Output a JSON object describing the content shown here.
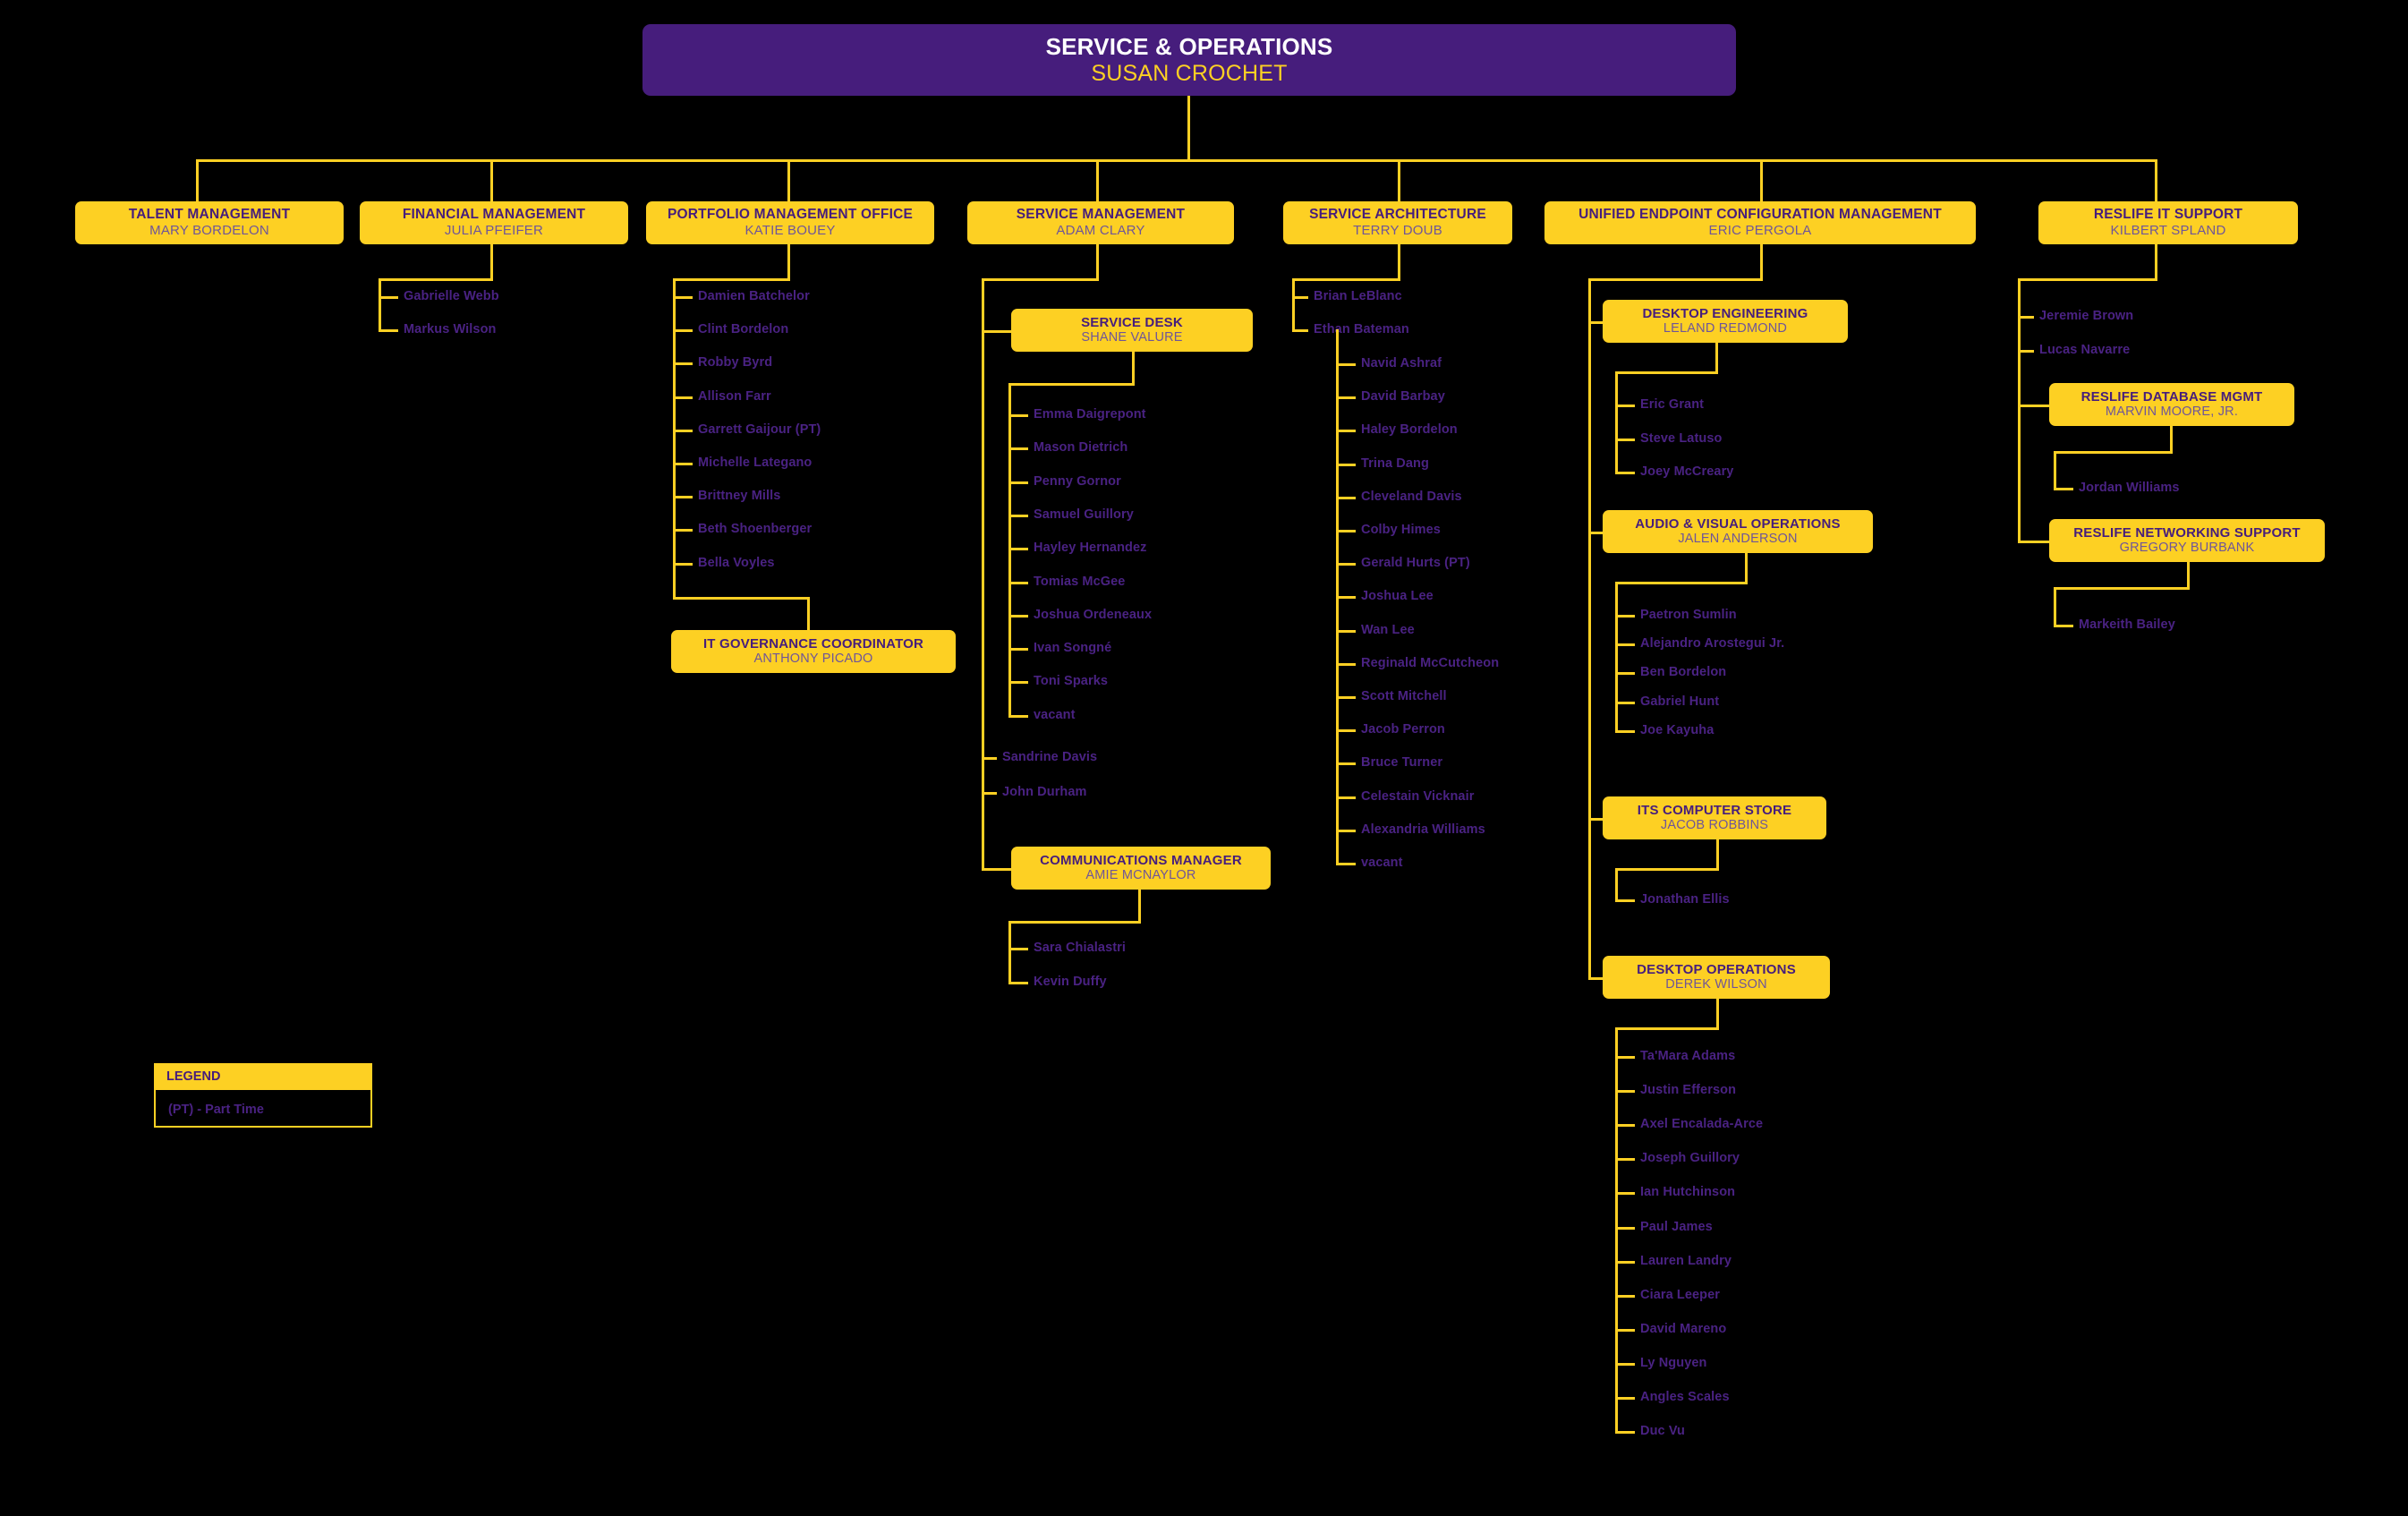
{
  "title": "SERVICE & OPERATIONS",
  "colors": {
    "purple": "#461D7C",
    "gold": "#FDD023",
    "background": "#000000",
    "staff_text": "#4A2283",
    "manager_name": "#6F5599"
  },
  "root": {
    "title": "SERVICE & OPERATIONS",
    "name": "SUSAN CROCHET"
  },
  "departments": [
    {
      "id": "talent-management",
      "title": "TALENT MANAGEMENT",
      "name": "MARY BORDELON",
      "staff": []
    },
    {
      "id": "financial-management",
      "title": "FINANCIAL MANAGEMENT",
      "name": "JULIA PFEIFER",
      "staff": [
        "Gabrielle Webb",
        "Markus Wilson"
      ]
    },
    {
      "id": "portfolio-management-office",
      "title": "PORTFOLIO MANAGEMENT OFFICE",
      "name": "KATIE BOUEY",
      "staff": [
        "Damien Batchelor",
        "Clint Bordelon",
        "Robby Byrd",
        "Allison Farr",
        "Garrett Gaijour (PT)",
        "Michelle Lategano",
        "Brittney Mills",
        "Beth Shoenberger",
        "Bella Voyles"
      ],
      "sub_units": [
        {
          "id": "it-governance-coordinator",
          "title": "IT GOVERNANCE COORDINATOR",
          "name": "ANTHONY PICADO",
          "staff": []
        }
      ]
    },
    {
      "id": "service-management",
      "title": "SERVICE MANAGEMENT",
      "name": "ADAM CLARY",
      "staff": [
        "Sandrine Davis",
        "John Durham"
      ],
      "sub_units": [
        {
          "id": "service-desk",
          "title": "SERVICE DESK",
          "name": "SHANE VALURE",
          "staff": [
            "Emma Daigrepont",
            "Mason Dietrich",
            "Penny Gornor",
            "Samuel Guillory",
            "Hayley Hernandez",
            "Tomias McGee",
            "Joshua Ordeneaux",
            "Ivan Songné",
            "Toni Sparks",
            "vacant"
          ]
        },
        {
          "id": "communications-manager",
          "title": "COMMUNICATIONS MANAGER",
          "name": "AMIE MCNAYLOR",
          "staff": [
            "Sara Chialastri",
            "Kevin Duffy"
          ]
        }
      ]
    },
    {
      "id": "service-architecture",
      "title": "SERVICE ARCHITECTURE",
      "name": "TERRY DOUB",
      "staff": [
        "Brian LeBlanc",
        "Ethan Bateman"
      ],
      "nested_staff": [
        "Navid Ashraf",
        "David Barbay",
        "Haley Bordelon",
        "Trina Dang",
        "Cleveland Davis",
        "Colby Himes",
        "Gerald Hurts (PT)",
        "Joshua Lee",
        "Wan Lee",
        "Reginald McCutcheon",
        "Scott Mitchell",
        "Jacob Perron",
        "Bruce Turner",
        "Celestain Vicknair",
        "Alexandria Williams",
        "vacant"
      ]
    },
    {
      "id": "unified-endpoint-configuration-management",
      "title": "UNIFIED ENDPOINT CONFIGURATION MANAGEMENT",
      "name": "ERIC PERGOLA",
      "staff": [],
      "sub_units": [
        {
          "id": "desktop-engineering",
          "title": "DESKTOP ENGINEERING",
          "name": "LELAND REDMOND",
          "staff": [
            "Eric Grant",
            "Steve Latuso",
            "Joey McCreary"
          ]
        },
        {
          "id": "audio-visual-operations",
          "title": "AUDIO & VISUAL OPERATIONS",
          "name": "JALEN ANDERSON",
          "staff": [
            "Paetron Sumlin",
            "Alejandro Arostegui Jr.",
            "Ben Bordelon",
            "Gabriel Hunt",
            "Joe Kayuha"
          ]
        },
        {
          "id": "its-computer-store",
          "title": "ITS COMPUTER STORE",
          "name": "JACOB ROBBINS",
          "staff": [
            "Jonathan Ellis"
          ]
        },
        {
          "id": "desktop-operations",
          "title": "DESKTOP OPERATIONS",
          "name": "DEREK WILSON",
          "staff": [
            "Ta'Mara Adams",
            "Justin Efferson",
            "Axel Encalada-Arce",
            "Joseph Guillory",
            "Ian Hutchinson",
            "Paul James",
            "Lauren Landry",
            "Ciara Leeper",
            "David Mareno",
            "Ly Nguyen",
            "Angles Scales",
            "Duc Vu"
          ]
        }
      ]
    },
    {
      "id": "reslife-it-support",
      "title": "RESLIFE IT SUPPORT",
      "name": "KILBERT SPLAND",
      "staff": [
        "Jeremie Brown",
        "Lucas Navarre"
      ],
      "sub_units": [
        {
          "id": "reslife-database-mgmt",
          "title": "RESLIFE DATABASE MGMT",
          "name": "MARVIN MOORE, JR.",
          "staff": [
            "Jordan Williams"
          ]
        },
        {
          "id": "reslife-networking-support",
          "title": "RESLIFE NETWORKING SUPPORT",
          "name": "GREGORY BURBANK",
          "staff": [
            "Markeith Bailey"
          ]
        }
      ]
    }
  ],
  "legend": {
    "header": "LEGEND",
    "items": [
      "(PT) - Part Time"
    ]
  }
}
